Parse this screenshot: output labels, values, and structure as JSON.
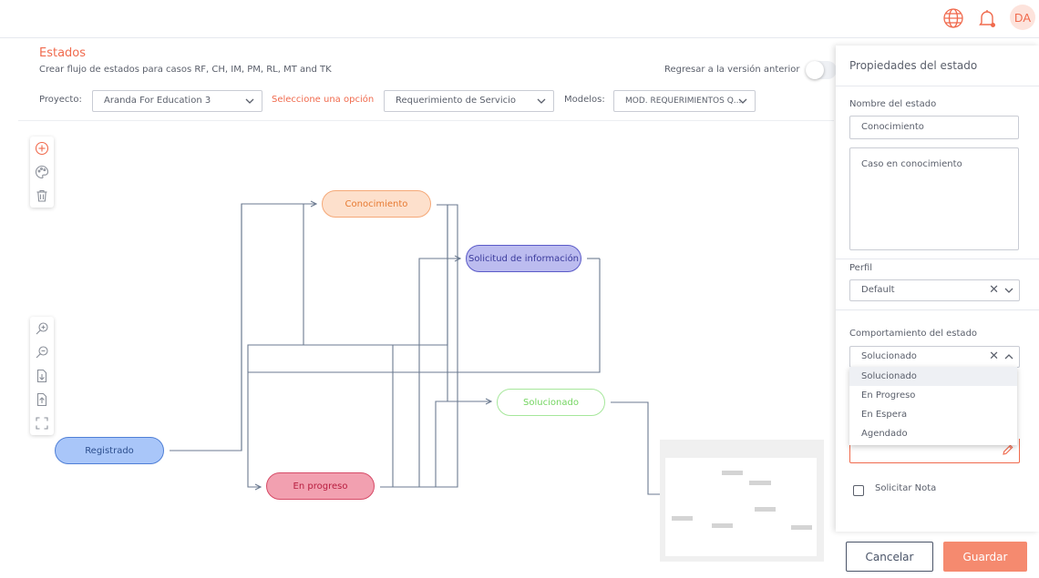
{
  "header": {
    "avatar_initials": "DA",
    "icons": [
      "globe-icon",
      "bell-icon"
    ],
    "accent_color": "#f06a4d"
  },
  "page": {
    "title": "Estados",
    "subtitle": "Crear flujo de estados para casos RF, CH, IM, PM, RL, MT and TK",
    "revert_label": "Regresar a la versión anterior",
    "revert_enabled": false
  },
  "filters": {
    "project_label": "Proyecto:",
    "project_value": "Aranda For Education 3",
    "option_label": "Seleccione una opción",
    "option_value": "Requerimiento de Servicio",
    "models_label": "Modelos:",
    "models_value": "MOD. REQUERIMIENTOS Q..."
  },
  "diagram": {
    "nodes": {
      "conocimiento": "Conocimiento",
      "solicitud": "Solicitud de información",
      "solucionado": "Solucionado",
      "registrado": "Registrado",
      "en_progreso": "En progreso"
    },
    "tools_top": [
      "add-icon",
      "palette-icon",
      "trash-icon"
    ],
    "tools_zoom": [
      "zoom-in-icon",
      "zoom-out-icon",
      "download-icon",
      "upload-icon",
      "fit-screen-icon"
    ]
  },
  "properties": {
    "title": "Propiedades del estado",
    "name_label": "Nombre del estado",
    "name_value": "Conocimiento",
    "description_value": "Caso en conocimiento",
    "profile_label": "Perfil",
    "profile_value": "Default",
    "behavior_label": "Comportamiento del estado",
    "behavior_value": "Solucionado",
    "behavior_options": [
      "Solucionado",
      "En Progreso",
      "En Espera",
      "Agendado"
    ],
    "request_note_label": "Solicitar Nota",
    "request_note_checked": false
  },
  "actions": {
    "cancel_label": "Cancelar",
    "save_label": "Guardar"
  }
}
